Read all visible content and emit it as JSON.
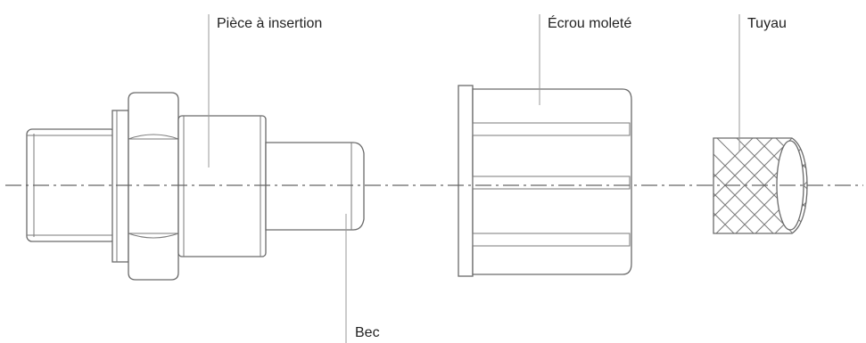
{
  "labels": {
    "insert": "Pièce à insertion",
    "nut": "Écrou moleté",
    "hose": "Tuyau",
    "spout": "Bec"
  },
  "colors": {
    "line": "#6a6a6a",
    "leader": "#9a9a9a",
    "text": "#222222"
  }
}
